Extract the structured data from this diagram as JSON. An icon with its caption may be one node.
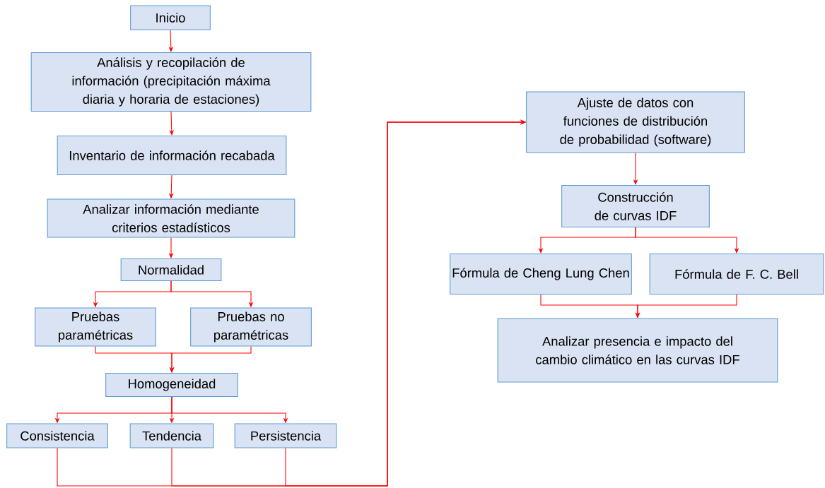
{
  "diagram": {
    "nodes": [
      {
        "text": [
          "Inicio"
        ]
      },
      {
        "text": [
          "Análisis y recopilación de información (precipitación máxima diaria y horaria de estaciones)"
        ]
      },
      {
        "text": [
          "Inventario de información recabada"
        ]
      },
      {
        "text": [
          "Analizar información mediante criterios estadísticos"
        ]
      },
      {
        "text": [
          "Normalidad"
        ]
      },
      {
        "text": [
          "Pruebas paramétricas"
        ]
      },
      {
        "text": [
          "Pruebas no paramétricas"
        ]
      },
      {
        "text": [
          "Homogeneidad"
        ]
      },
      {
        "text": [
          "Consistencia"
        ]
      },
      {
        "text": [
          "Tendencia"
        ]
      },
      {
        "text": [
          "Persistencia"
        ]
      },
      {
        "text": [
          "Ajuste de datos con funciones de distribución de probabilidad (software)"
        ]
      },
      {
        "text": [
          "Construcción de curvas IDF"
        ]
      },
      {
        "text": [
          "Fórmula de Cheng Lung Chen"
        ]
      },
      {
        "text": [
          "Fórmula de F. C. Bell"
        ]
      },
      {
        "text": [
          "Analizar presencia e impacto del cambio climático en las curvas IDF"
        ]
      }
    ],
    "edges": [
      {
        "from": 0,
        "to": 1,
        "arrow": "to"
      },
      {
        "from": 1,
        "to": 2,
        "arrow": "to"
      },
      {
        "from": 2,
        "to": 3,
        "arrow": "to"
      },
      {
        "from": 3,
        "to": 4,
        "arrow": "to"
      },
      {
        "from": 4,
        "to": 5,
        "arrow": "to"
      },
      {
        "from": 4,
        "to": 6,
        "arrow": "to"
      },
      {
        "from": 5,
        "to": 7,
        "arrow": "to"
      },
      {
        "from": 6,
        "to": 7,
        "arrow": "to"
      },
      {
        "from": 7,
        "to": 8,
        "arrow": "to"
      },
      {
        "from": 7,
        "to": 9,
        "arrow": "to"
      },
      {
        "from": 7,
        "to": 10,
        "arrow": "to"
      },
      {
        "from": 8,
        "to": 11,
        "arrow": "to"
      },
      {
        "from": 9,
        "to": 11,
        "arrow": "to"
      },
      {
        "from": 10,
        "to": 11,
        "arrow": "to"
      },
      {
        "from": 11,
        "to": 12,
        "arrow": "to"
      },
      {
        "from": 12,
        "to": 13,
        "arrow": "to"
      },
      {
        "from": 12,
        "to": 14,
        "arrow": "to"
      },
      {
        "from": 13,
        "to": 15,
        "arrow": "to"
      },
      {
        "from": 14,
        "to": 15,
        "arrow": "to"
      }
    ]
  }
}
